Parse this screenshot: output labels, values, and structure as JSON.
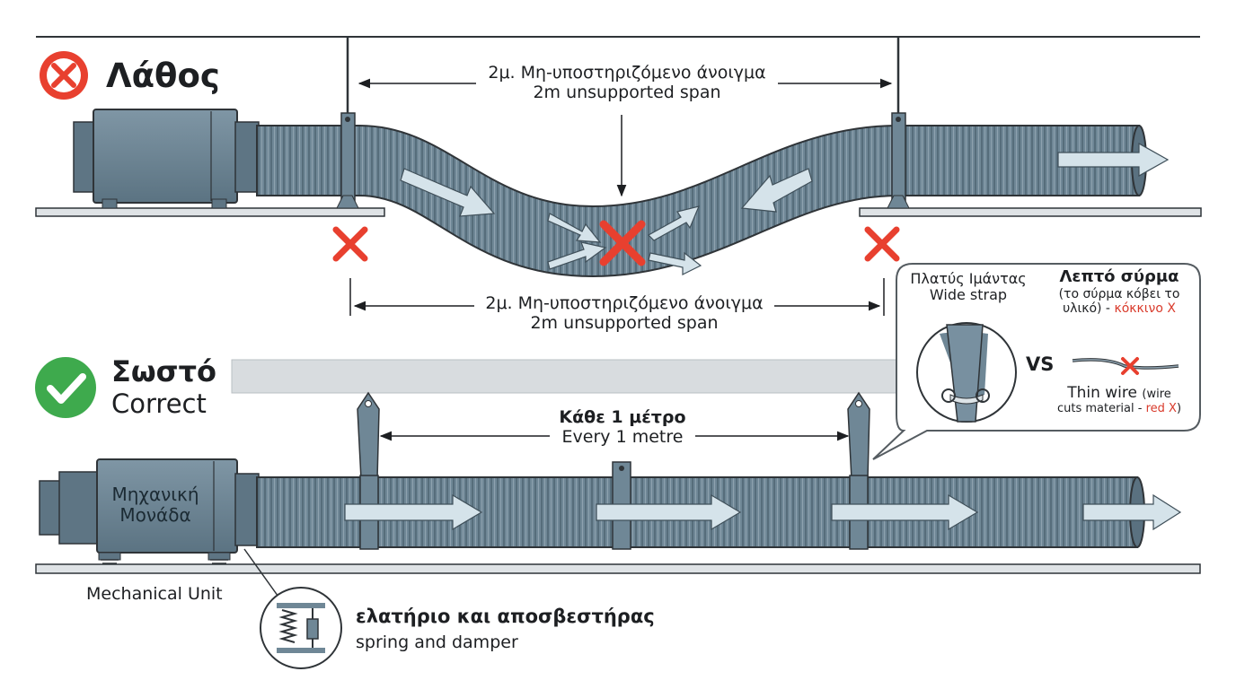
{
  "wrong": {
    "title": "Λάθος",
    "top_span_gr": "2μ. Μη-υποστηριζόμενο άνοιγμα",
    "top_span_en": "2m unsupported span",
    "bottom_span_gr": "2μ. Μη-υποστηριζόμενο άνοιγμα",
    "bottom_span_en": "2m unsupported span"
  },
  "correct": {
    "title_gr": "Σωστό",
    "title_en": "Correct",
    "spacing_gr": "Κάθε 1 μέτρο",
    "spacing_en": "Every 1 metre",
    "unit_label_gr_1": "Μηχανική",
    "unit_label_gr_2": "Μονάδα",
    "unit_label_en": "Mechanical Unit",
    "damper_gr": "ελατήριο και αποσβεστήρας",
    "damper_en": "spring and damper"
  },
  "callout": {
    "strap_gr": "Πλατύς Ιμάντας",
    "strap_en": "Wide strap",
    "wire_gr": "Λεπτό σύρμα",
    "wire_note_gr_1": "(το σύρμα κόβει το",
    "wire_note_gr_2": "υλικό) - ",
    "wire_note_gr_red": "κόκκινο X",
    "vs": "VS",
    "wire_en": "Thin wire ",
    "wire_en_small_1": "(wire",
    "wire_en_small_2": "cuts material - ",
    "wire_en_red": "red X",
    "wire_en_close": ")"
  },
  "colors": {
    "duct": "#6f8796",
    "duct_light": "#8fa3b0",
    "unit": "#6d8595",
    "error_red": "#e8402f",
    "ok_green": "#3eaa4d",
    "ceiling": "#d8dcdf",
    "line": "#2f3438"
  },
  "icons": [
    "error-x-circle-icon",
    "check-circle-icon",
    "red-x-icon",
    "flow-arrow-icon"
  ]
}
